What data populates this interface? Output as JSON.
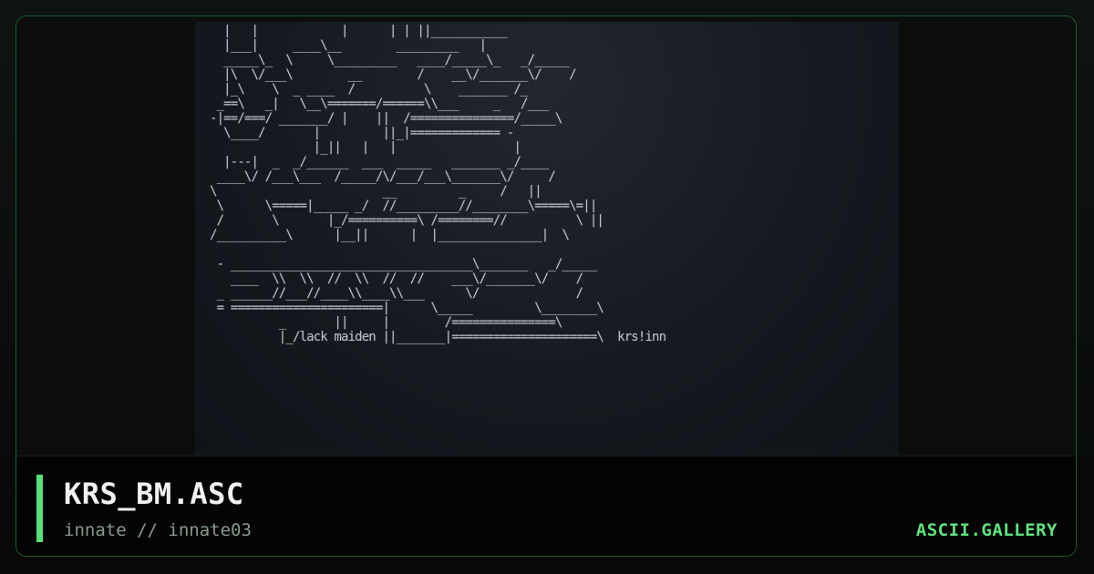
{
  "artwork": {
    "lines": [
      "  |   |            |      | | ||___________",
      "  |___|     ____\\__        _________   |",
      "  _____\\_  \\     \\_________   ____/_____\\_   _/_____",
      "  |\\  \\/___\\        __        /    __\\/_______\\/    /",
      "  |_\\    \\  _ ____  /          \\    _______ /_",
      " _==\\   _|   \\__\\=======/======\\\\___     _   /___",
      "-|==/===/ _______/ |    ||  /===============/_____\\",
      "  \\____/       |         ||_|============= -",
      "               |_||   |   |                 |",
      "  |---|  _  _/______  ___  _____   _______ _/____",
      " ____\\/ /___\\___  /_____/\\/___/___\\_______\\/     /",
      "\\                        __         _     /   ||",
      " \\      \\=====|_____ _/  //_________//________\\=====\\=||",
      " /       \\       |_/==========\\ /========//          \\ ||",
      "/__________\\      |__||      |  |_______________|  \\",
      "",
      " - ___________________________________\\_______   _/_____",
      "   ____  \\\\  \\\\  //  \\\\  //  //    ___\\/_______\\/    /",
      " _ ______//___//____\\\\____\\\\___      \\/              /",
      " = ======================|      \\_____         \\________\\",
      "          _       ||     |        /===============\\",
      "          |_/lack maiden ||_______|=====================\\  krs!inn"
    ]
  },
  "footer": {
    "title": "KRS_BM.ASC",
    "subtitle": "innate // innate03",
    "brand": "ASCII.GALLERY"
  },
  "colors": {
    "accent": "#58e07a",
    "brand": "#5ee37f",
    "border": "#1f5a2c"
  }
}
